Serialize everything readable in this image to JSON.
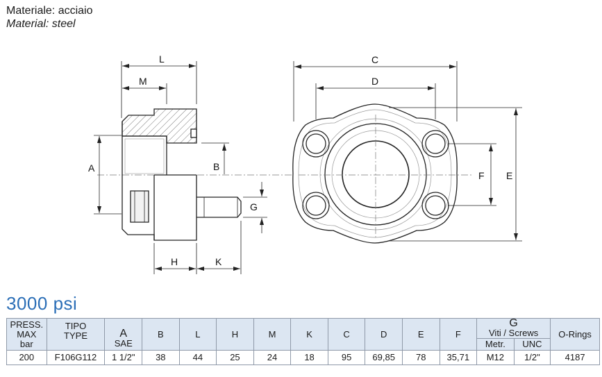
{
  "material": {
    "line1": "Materiale: acciaio",
    "line2": "Material: steel"
  },
  "drawing": {
    "side_labels": {
      "L": "L",
      "M": "M",
      "A": "A",
      "B": "B",
      "G": "G",
      "H": "H",
      "K": "K"
    },
    "front_labels": {
      "C": "C",
      "D": "D",
      "F": "F",
      "E": "E"
    }
  },
  "section_title": "3000 psi",
  "table": {
    "head": {
      "press": [
        "PRESS.",
        "MAX",
        "bar"
      ],
      "tipo": [
        "TIPO",
        "TYPE"
      ],
      "a": "A",
      "sae": "SAE",
      "b": "B",
      "l": "L",
      "h": "H",
      "m": "M",
      "k": "K",
      "c": "C",
      "d": "D",
      "e": "E",
      "f": "F",
      "g": "G",
      "viti": "Viti / Screws",
      "metr": "Metr.",
      "unc": "UNC",
      "orings": "O-Rings"
    },
    "row": {
      "press": "200",
      "tipo": "F106G112",
      "a": "1 1/2\"",
      "b": "38",
      "l": "44",
      "h": "25",
      "m": "24",
      "k": "18",
      "c": "95",
      "d": "69,85",
      "e": "78",
      "f": "35,71",
      "metr": "M12",
      "unc": "1/2\"",
      "orings": "4187"
    }
  }
}
